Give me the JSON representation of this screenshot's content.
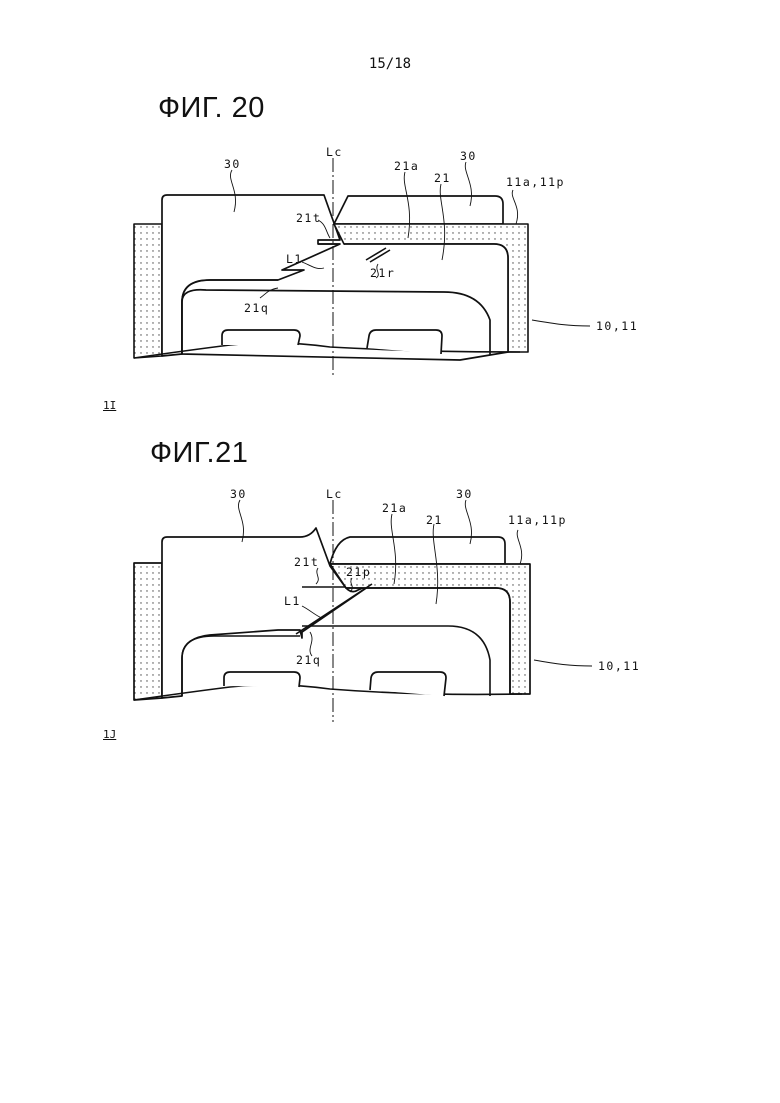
{
  "page_number": "15/18",
  "figures": [
    {
      "title": "ФИГ. 20",
      "view_label": "1I",
      "labels": {
        "lc": "Lc",
        "part30_left": "30",
        "part30_right": "30",
        "p21a": "21a",
        "p21": "21",
        "p11": "11a,11p",
        "p21t": "21t",
        "l1": "L1",
        "p21r": "21r",
        "p21q": "21q",
        "p1011": "10,11"
      }
    },
    {
      "title": "ФИГ.21",
      "view_label": "1J",
      "labels": {
        "lc": "Lc",
        "part30_left": "30",
        "part30_right": "30",
        "p21a": "21a",
        "p21": "21",
        "p11": "11a,11p",
        "p21t": "21t",
        "p21p": "21p",
        "l1": "L1",
        "p21q": "21q",
        "p1011": "10,11"
      }
    }
  ]
}
